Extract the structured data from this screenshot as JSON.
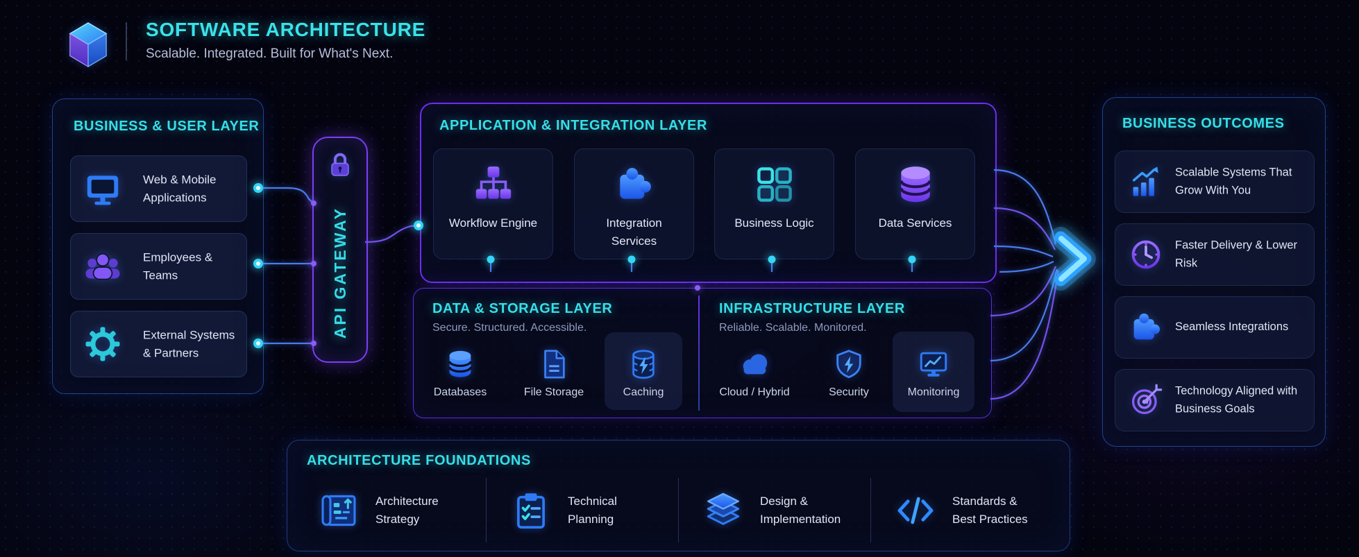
{
  "colors": {
    "accent_cyan": "#38e1e9",
    "accent_blue": "#2e7bf6",
    "accent_purple": "#7c4df2",
    "background": "#04040f"
  },
  "header": {
    "logo_icon": "cube-logo-icon",
    "title": "SOFTWARE ARCHITECTURE",
    "subtitle": "Scalable. Integrated. Built for What's Next."
  },
  "business_layer": {
    "title": "BUSINESS & USER LAYER",
    "items": [
      {
        "label": "Web & Mobile Applications",
        "icon": "monitor-icon"
      },
      {
        "label": "Employees & Teams",
        "icon": "users-icon"
      },
      {
        "label": "External Systems & Partners",
        "icon": "gear-icon"
      }
    ]
  },
  "api_gateway": {
    "label": "API GATEWAY",
    "icon": "lock-icon"
  },
  "application_layer": {
    "title": "APPLICATION & INTEGRATION LAYER",
    "cards": [
      {
        "label": "Workflow Engine",
        "icon": "workflow-icon"
      },
      {
        "label": "Integration Services",
        "icon": "puzzle-icon"
      },
      {
        "label": "Business Logic",
        "icon": "grid-icon"
      },
      {
        "label": "Data Services",
        "icon": "database-icon"
      }
    ]
  },
  "data_layer": {
    "title": "DATA & STORAGE LAYER",
    "subtitle": "Secure. Structured. Accessible.",
    "items": [
      {
        "label": "Databases",
        "icon": "database-icon"
      },
      {
        "label": "File Storage",
        "icon": "file-icon"
      },
      {
        "label": "Caching",
        "icon": "cache-icon"
      }
    ]
  },
  "infrastructure_layer": {
    "title": "INFRASTRUCTURE LAYER",
    "subtitle": "Reliable. Scalable. Monitored.",
    "items": [
      {
        "label": "Cloud / Hybrid",
        "icon": "cloud-icon"
      },
      {
        "label": "Security",
        "icon": "shield-icon"
      },
      {
        "label": "Monitoring",
        "icon": "monitoring-icon"
      }
    ]
  },
  "foundations": {
    "title": "ARCHITECTURE FOUNDATIONS",
    "items": [
      {
        "label": "Architecture Strategy",
        "icon": "blueprint-icon"
      },
      {
        "label": "Technical Planning",
        "icon": "clipboard-icon"
      },
      {
        "label": "Design & Implementation",
        "icon": "layers-icon"
      },
      {
        "label": "Standards & Best Practices",
        "icon": "code-icon"
      }
    ]
  },
  "outcomes": {
    "title": "BUSINESS OUTCOMES",
    "items": [
      {
        "label": "Scalable Systems That Grow With You",
        "icon": "growth-chart-icon"
      },
      {
        "label": "Faster Delivery & Lower Risk",
        "icon": "clock-icon"
      },
      {
        "label": "Seamless Integrations",
        "icon": "puzzle-icon"
      },
      {
        "label": "Technology Aligned with Business Goals",
        "icon": "target-icon"
      }
    ]
  },
  "flow": {
    "arrow_icon": "chevron-right-arrow-icon"
  }
}
